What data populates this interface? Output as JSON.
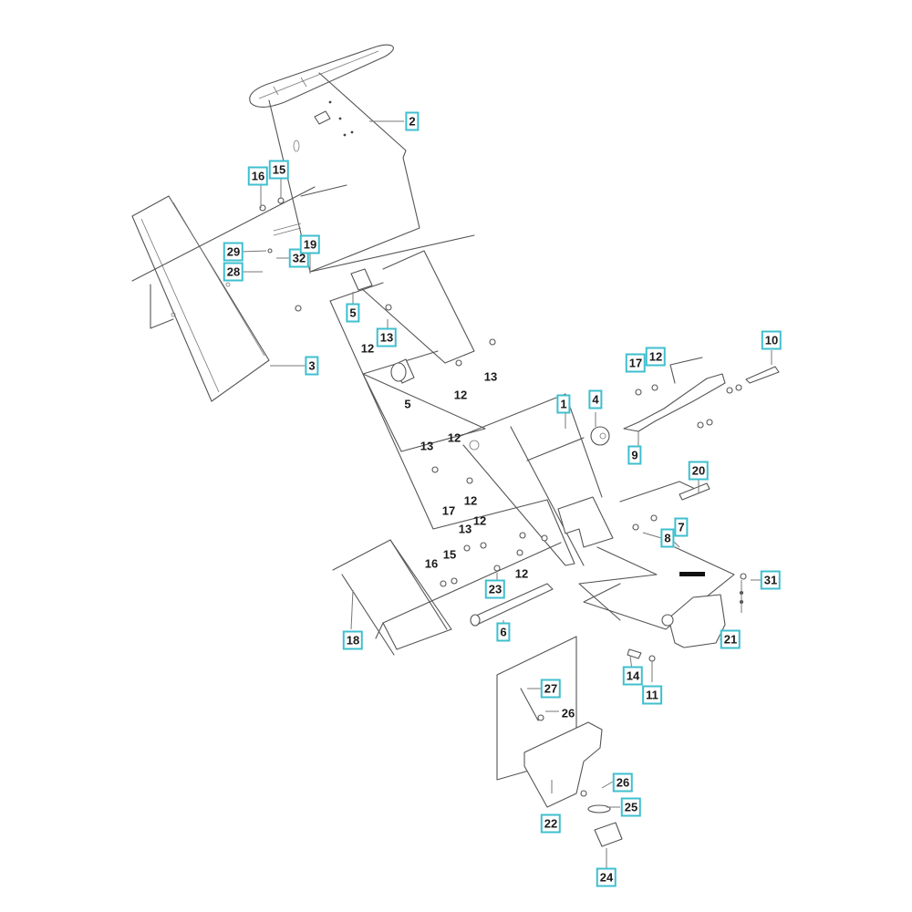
{
  "diagram": {
    "title": "Steering column assembly — exploded parts view",
    "label_box_color": "#3fbfcf",
    "callouts": [
      {
        "id": "c2",
        "text": "2",
        "boxed": true
      },
      {
        "id": "c16a",
        "text": "16",
        "boxed": true
      },
      {
        "id": "c15a",
        "text": "15",
        "boxed": true
      },
      {
        "id": "c29",
        "text": "29",
        "boxed": true
      },
      {
        "id": "c28",
        "text": "28",
        "boxed": true
      },
      {
        "id": "c32",
        "text": "32",
        "boxed": true
      },
      {
        "id": "c19",
        "text": "19",
        "boxed": true
      },
      {
        "id": "c5a",
        "text": "5",
        "boxed": true
      },
      {
        "id": "c13a",
        "text": "13",
        "boxed": true
      },
      {
        "id": "c12a",
        "text": "12",
        "boxed": false
      },
      {
        "id": "c3",
        "text": "3",
        "boxed": true
      },
      {
        "id": "c5b",
        "text": "5",
        "boxed": false
      },
      {
        "id": "c12b",
        "text": "12",
        "boxed": false
      },
      {
        "id": "c13b",
        "text": "13",
        "boxed": false
      },
      {
        "id": "c1",
        "text": "1",
        "boxed": true
      },
      {
        "id": "c4",
        "text": "4",
        "boxed": true
      },
      {
        "id": "c17a",
        "text": "17",
        "boxed": true
      },
      {
        "id": "c12c",
        "text": "12",
        "boxed": true
      },
      {
        "id": "c10",
        "text": "10",
        "boxed": true
      },
      {
        "id": "c9",
        "text": "9",
        "boxed": true
      },
      {
        "id": "c13c",
        "text": "13",
        "boxed": false
      },
      {
        "id": "c12d",
        "text": "12",
        "boxed": false
      },
      {
        "id": "c17b",
        "text": "17",
        "boxed": false
      },
      {
        "id": "c12e",
        "text": "12",
        "boxed": false
      },
      {
        "id": "c13d",
        "text": "13",
        "boxed": false
      },
      {
        "id": "c12f",
        "text": "12",
        "boxed": false
      },
      {
        "id": "c20",
        "text": "20",
        "boxed": true
      },
      {
        "id": "c7",
        "text": "7",
        "boxed": true
      },
      {
        "id": "c8",
        "text": "8",
        "boxed": true
      },
      {
        "id": "c16b",
        "text": "16",
        "boxed": false
      },
      {
        "id": "c15b",
        "text": "15",
        "boxed": false
      },
      {
        "id": "c23",
        "text": "23",
        "boxed": true
      },
      {
        "id": "c12g",
        "text": "12",
        "boxed": false
      },
      {
        "id": "c31",
        "text": "31",
        "boxed": true
      },
      {
        "id": "c18",
        "text": "18",
        "boxed": true
      },
      {
        "id": "c6",
        "text": "6",
        "boxed": true
      },
      {
        "id": "c21",
        "text": "21",
        "boxed": true
      },
      {
        "id": "c14",
        "text": "14",
        "boxed": true
      },
      {
        "id": "c11",
        "text": "11",
        "boxed": true
      },
      {
        "id": "c27",
        "text": "27",
        "boxed": true
      },
      {
        "id": "c26a",
        "text": "26",
        "boxed": false
      },
      {
        "id": "c26b",
        "text": "26",
        "boxed": true
      },
      {
        "id": "c25",
        "text": "25",
        "boxed": true
      },
      {
        "id": "c22",
        "text": "22",
        "boxed": true
      },
      {
        "id": "c24",
        "text": "24",
        "boxed": true
      }
    ]
  }
}
